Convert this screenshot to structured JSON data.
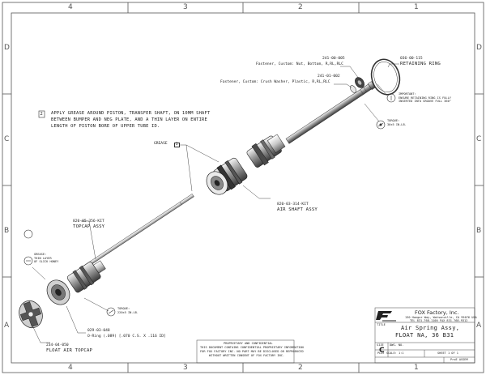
{
  "zones": {
    "cols_top": [
      "4",
      "3",
      "2",
      "1"
    ],
    "cols_bottom": [
      "4",
      "3",
      "2",
      "1"
    ],
    "rows_left": [
      "D",
      "C",
      "B",
      "A"
    ],
    "rows_right": [
      "D",
      "C",
      "B",
      "A"
    ]
  },
  "note": {
    "number": "2",
    "lines": [
      "APPLY GREASE AROUND PISTON, TRANSFER SHAFT, ON 10MM SHAFT",
      "BETWEEN BUMPER AND NEG PLATE, AND A THIN LAYER ON ENTIRE",
      "LENGTH OF PISTON BORE OF UPPER TUBE ID."
    ]
  },
  "callouts": {
    "nut_pn": "241-00-005",
    "nut_desc": "Fastener, Custom: Nut, Bottom, R,RL,RLC",
    "washer_pn": "241-01-002",
    "washer_desc": "Fastener, Custom: Crush Washer, Plastic, R,RL,RLC",
    "ring_pn": "036-00-115",
    "ring_name": "RETAINING RING",
    "important": [
      "IMPORTANT:",
      "ENSURE RETAINING RING IS FULLY",
      "INSERTED INTO GROOVE FULL 360°"
    ],
    "torque_top": [
      "TORQUE:",
      "30±5 IN.LB."
    ],
    "grease_label": "GREASE",
    "grease_num": "2",
    "air_pn": "820-03-314-KIT",
    "air_name": "AIR SHAFT ASSY",
    "topcap_pn": "820-05-356-KIT",
    "topcap_name": "TOPCAP ASSY",
    "grease_small": [
      "GREASE:",
      "THIN LAYER",
      "OF SLICK HONEY"
    ],
    "torque_bottom": [
      "TORQUE:",
      "220±5 IN.LB."
    ],
    "oring_pn": "029-03-048",
    "oring_desc": "O-Ring (.089) [.070 C.S. X .116 ID]",
    "float_pn": "234-04-050",
    "float_name": "FLOAT AIR TOPCAP"
  },
  "title_block": {
    "company": "FOX Factory, Inc.",
    "address": [
      "130 Hangar Way, Watsonville, CA 95076 USA",
      "TEL 831-768-1100  FAX 831-768-9312"
    ],
    "title_label": "TITLE",
    "title_lines": [
      "Air Spring Assy,",
      "FLOAT NA, 36 B31"
    ],
    "size_label": "SIZE",
    "size_value": "C",
    "dwg_label": "DWG. NO.",
    "scale": "PLOT SCALE: 1:1",
    "sheet": "SHEET 1 OF 1",
    "proe": "ProE ASSEM"
  },
  "proprietary": [
    "PROPRIETARY AND CONFIDENTIAL",
    "THIS DOCUMENT CONTAINS CONFIDENTIAL PROPRIETARY INFORMATION",
    "FOR FOX FACTORY INC. NO PART MAY BE DISCLOSED OR REPRODUCED",
    "WITHOUT WRITTEN CONSENT OF FOX FACTORY INC."
  ]
}
